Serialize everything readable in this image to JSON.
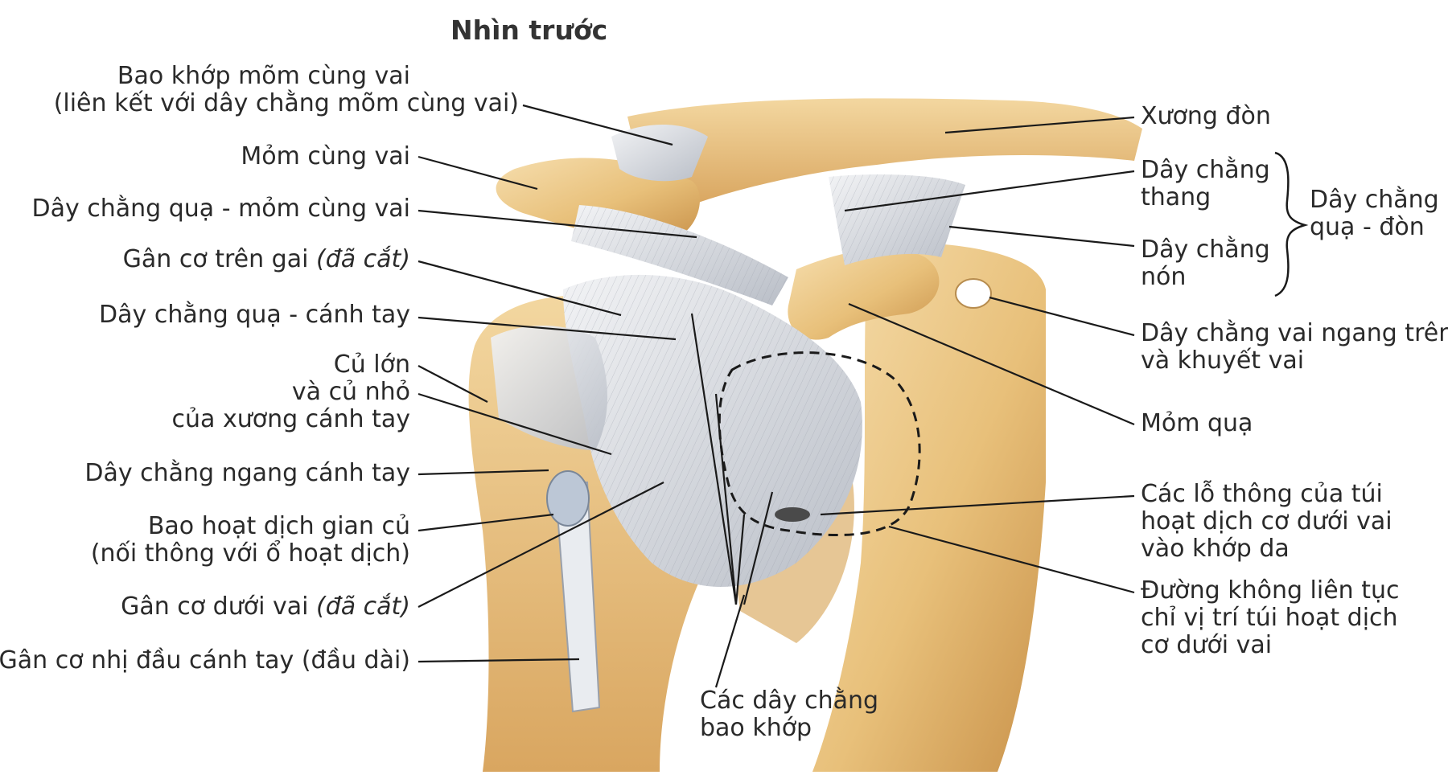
{
  "title": "Nhìn trước",
  "labels_left": {
    "bao_khop_1": "Bao khớp mõm cùng vai",
    "bao_khop_2": "(liên kết với dây chằng mõm cùng vai)",
    "mom_cung_vai": "Mỏm cùng vai",
    "day_chang_qua_mom": "Dây chằng quạ - mỏm cùng vai",
    "gan_tren_gai": "Gân cơ trên gai",
    "gan_tren_gai_note": "(đã cắt)",
    "day_chang_qua_canh_tay": "Dây chằng quạ - cánh tay",
    "cu_lon_1": "Củ lớn",
    "cu_lon_2": "và củ nhỏ",
    "cu_lon_3": "của xương cánh tay",
    "day_chang_ngang": "Dây chằng ngang cánh tay",
    "bao_hoat_dich_1": "Bao hoạt dịch gian củ",
    "bao_hoat_dich_2": "(nối thông với ổ hoạt dịch)",
    "gan_duoi_vai": "Gân cơ dưới vai",
    "gan_duoi_vai_note": "(đã cắt)",
    "gan_nhi_dau": "Gân cơ nhị đầu cánh tay (đầu dài)"
  },
  "labels_right": {
    "xuong_don": "Xương đòn",
    "thang_1": "Dây chằng",
    "thang_2": "thang",
    "non_1": "Dây chằng",
    "non_2": "nón",
    "qua_don_1": "Dây chằng",
    "qua_don_2": "quạ - đòn",
    "vai_ngang_1": "Dây chằng vai ngang trên",
    "vai_ngang_2": "và khuyết vai",
    "mom_qua": "Mỏm quạ",
    "lo_thong_1": "Các lỗ thông của túi",
    "lo_thong_2": "hoạt dịch cơ dưới vai",
    "lo_thong_3": "vào khớp da",
    "duong_1": "Đường không liên tục",
    "duong_2": "chỉ vị trí túi hoạt dịch",
    "duong_3": "cơ dưới vai"
  },
  "labels_bottom": {
    "bao_khop_1": "Các dây chằng",
    "bao_khop_2": "bao khớp"
  },
  "colors": {
    "bone": "#e8c07a",
    "bone_light": "#f6deae",
    "bone_shadow": "#c9924a",
    "ligament": "#e4e6ea",
    "ligament_shadow": "#aeb3bc",
    "line": "#1a1a1a"
  }
}
